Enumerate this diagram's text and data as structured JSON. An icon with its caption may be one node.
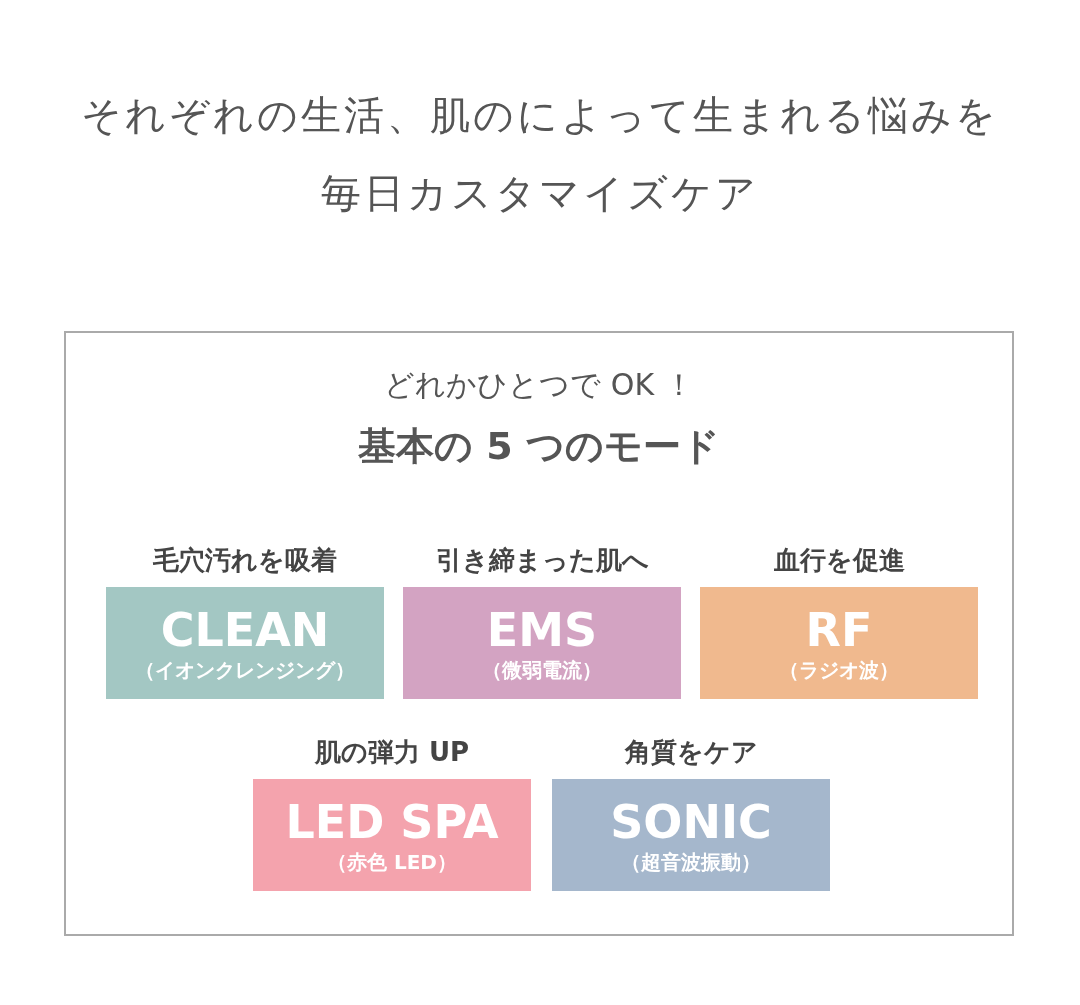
{
  "diagram": {
    "title": "それぞれの生活、肌のによって生まれる悩みを",
    "nodes": [
      {
        "text": [
          "どれかひとつで OK ！",
          "基本の 5 つのモード"
        ]
      },
      {
        "text": [
          "毛穴汚れを吸着",
          "CLEAN",
          "（イオンクレンジング）"
        ],
        "in": 0
      },
      {
        "text": [
          "引き締まった肌へ",
          "EMS",
          "（微弱電流）"
        ],
        "in": 0
      },
      {
        "text": [
          "血行を促進",
          "RF",
          "（ラジオ波）"
        ],
        "in": 0
      },
      {
        "text": [
          "肌の弾力 UP",
          "LED SPA",
          "（赤色 LED）"
        ],
        "in": 0
      },
      {
        "text": [
          "角質をケア",
          "SONIC",
          "（超音波振動）"
        ],
        "in": 0
      }
    ],
    "labels": [
      "毎日カスタマイズケア"
    ]
  }
}
